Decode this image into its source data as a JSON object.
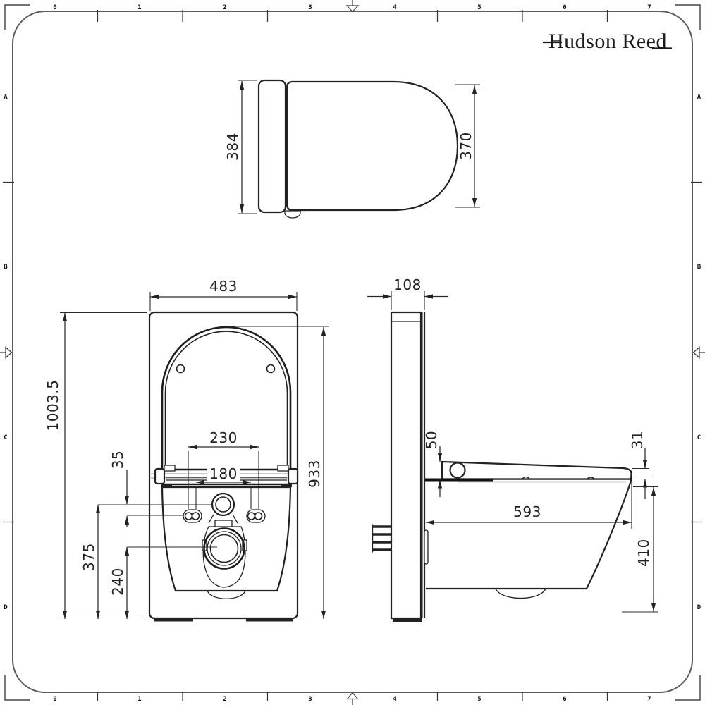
{
  "brand": {
    "name": "Hudson Reed"
  },
  "rulers": {
    "top": [
      "0",
      "1",
      "2",
      "3",
      "4",
      "5",
      "6",
      "7"
    ],
    "bottom": [
      "0",
      "1",
      "2",
      "3",
      "4",
      "5",
      "6",
      "7"
    ],
    "left": [
      "A",
      "B",
      "C",
      "D"
    ],
    "right": [
      "A",
      "B",
      "C",
      "D"
    ]
  },
  "views": {
    "top_view": {
      "dims": {
        "seat_width": "384",
        "pan_width": "370"
      }
    },
    "front_view": {
      "dims": {
        "width": "483",
        "overall_height": "1003.5",
        "pan_top_height": "933",
        "fixing_centres_outer": "230",
        "fixing_centres_inner": "180",
        "rim_to_fixings": "35",
        "inlet_height": "375",
        "outlet_height": "240"
      }
    },
    "side_view": {
      "dims": {
        "depth": "108",
        "seat_rise": "50",
        "seat_front_edge": "31",
        "projection": "593",
        "pan_height": "410"
      }
    }
  },
  "colors": {
    "line": "#222222",
    "light_line": "#c9c9c9",
    "paper": "#ffffff"
  }
}
